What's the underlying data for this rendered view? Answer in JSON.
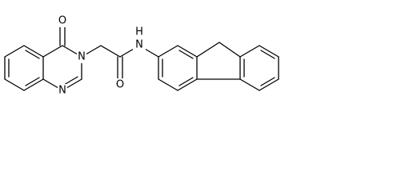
{
  "structure": {
    "atom_labels": {
      "carbonyl_oxygen_ring": "O",
      "ring_nitrogen_n3": "N",
      "ring_nitrogen_n1": "N",
      "amide_oxygen": "O",
      "amide_nitrogen": "N",
      "amide_hydrogen": "H"
    }
  }
}
